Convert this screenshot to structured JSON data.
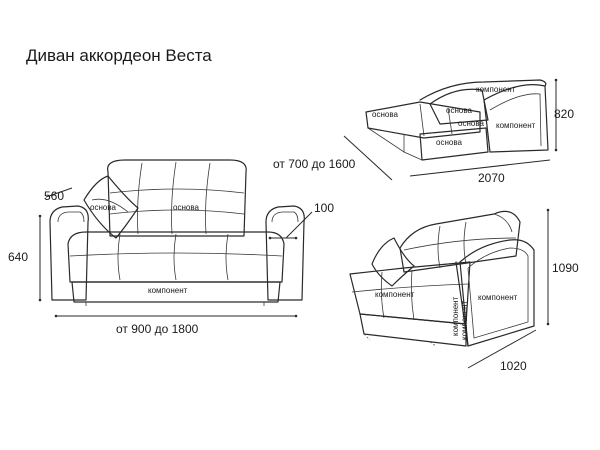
{
  "title": "Диван аккордеон Веста",
  "labels": {
    "osnova": "основа",
    "komponent": "компонент"
  },
  "dimensions": {
    "depth_armrest": "560",
    "height_front": "640",
    "width_range": "от 900 до 1800",
    "armrest_width": "100",
    "unfold_range": "от 700 до 1600",
    "unfolded_length": "2070",
    "unfolded_height": "820",
    "height_side": "1090",
    "depth_side": "1020"
  }
}
